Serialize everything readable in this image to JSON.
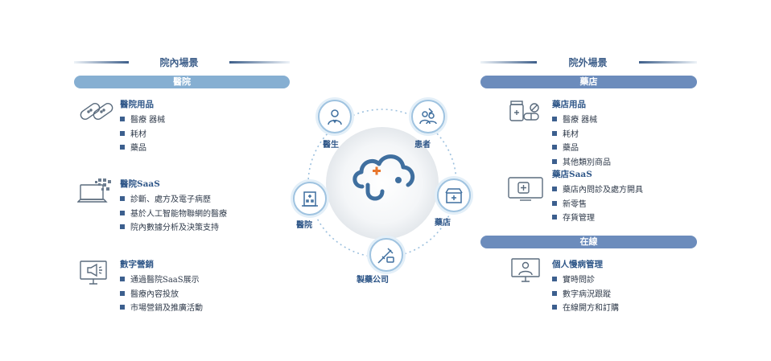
{
  "left": {
    "title": "院內場景",
    "bar": "醫院",
    "groups": [
      {
        "title": "醫院用品",
        "items": [
          "醫療 器械",
          "耗材",
          "藥品"
        ]
      },
      {
        "title": "醫院SaaS",
        "items": [
          "診斷、處方及電子病歷",
          "基於人工智能物聯網的醫療",
          "院內數據分析及決策支持"
        ]
      },
      {
        "title": "數字營銷",
        "items": [
          "通過醫院SaaS展示",
          "醫療內容投放",
          "市場營銷及推廣活動"
        ]
      }
    ]
  },
  "right": {
    "title": "院外場景",
    "bar1": "藥店",
    "bar2": "在線",
    "groups": [
      {
        "title": "藥店用品",
        "items": [
          "醫療 器械",
          "耗材",
          "藥品",
          "其他類別商品"
        ]
      },
      {
        "title": "藥店SaaS",
        "items": [
          "藥店內問診及處方開具",
          "新零售",
          "存貨管理"
        ]
      },
      {
        "title": "個人慢病管理",
        "items": [
          "實時問診",
          "數字病況跟蹤",
          "在線開方和訂購"
        ]
      }
    ]
  },
  "hub": {
    "nodes": {
      "doctor": "醫生",
      "patient": "患者",
      "hospital": "醫院",
      "pharmacy": "藥店",
      "pharma": "製藥公司"
    }
  },
  "colors": {
    "hospital_bar": "#86afd2",
    "pharmacy_bar": "#6c8cbc",
    "online_bar": "#6c8cbc",
    "accent": "#3e5f8a",
    "cloud": "#3f6f9f",
    "cross": "#e8762c"
  },
  "icons": [
    "bandage-icon",
    "saas-laptop-icon",
    "marketing-monitor-icon",
    "medicine-icon",
    "tablet-medical-icon",
    "doctor-monitor-icon",
    "cloud-icon",
    "doctor-icon",
    "patient-icon",
    "hospital-icon",
    "pharmacy-icon",
    "pharma-icon"
  ]
}
